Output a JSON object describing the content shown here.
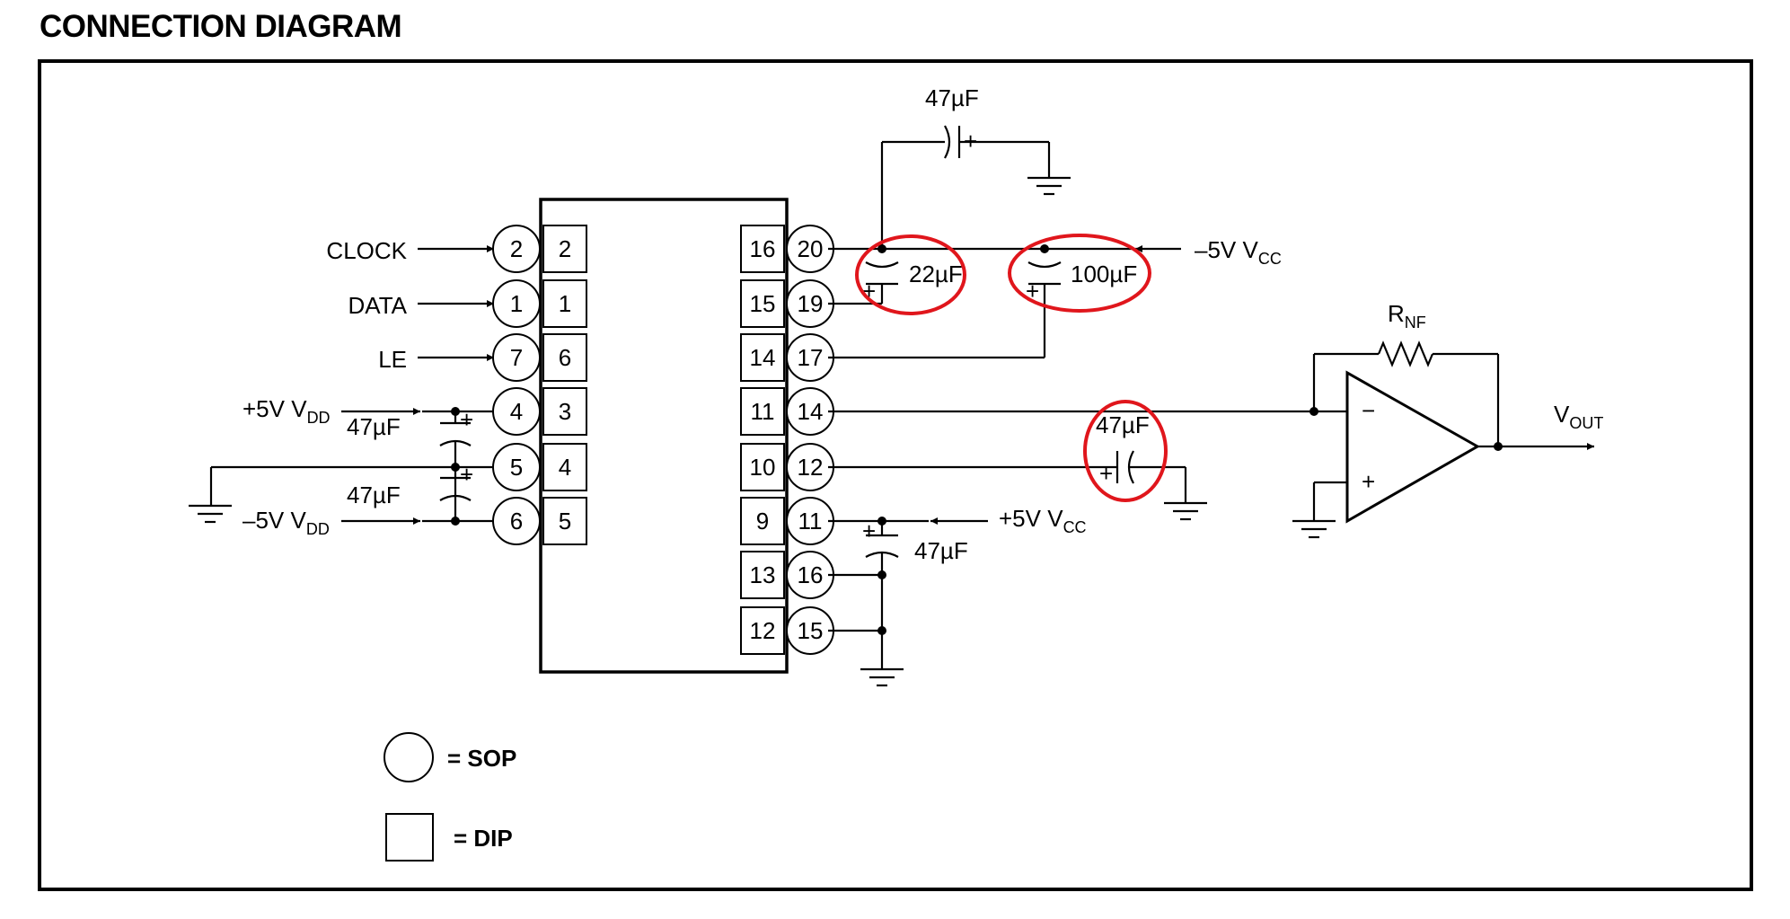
{
  "title": "CONNECTION DIAGRAM",
  "inputs": {
    "clock": "CLOCK",
    "data": "DATA",
    "le": "LE",
    "vdd_pos": "+5V V",
    "vdd_neg": "–5V V",
    "vdd_sub": "DD"
  },
  "supplies": {
    "vcc_neg": "–5V V",
    "vcc_pos": "+5V V",
    "vcc_sub": "CC"
  },
  "caps": {
    "top": "47µF",
    "c22": "22µF",
    "c100": "100µF",
    "c47_out": "47µF",
    "c47_vcc": "47µF",
    "c47_vdd1": "47µF",
    "c47_vdd2": "47µF",
    "plus": "+"
  },
  "opamp": {
    "minus": "−",
    "plus": "+",
    "rnf": "R",
    "rnf_sub": "NF",
    "vout": "V",
    "vout_sub": "OUT"
  },
  "pins_left": [
    {
      "sop": "2",
      "dip": "2"
    },
    {
      "sop": "1",
      "dip": "1"
    },
    {
      "sop": "7",
      "dip": "6"
    },
    {
      "sop": "4",
      "dip": "3"
    },
    {
      "sop": "5",
      "dip": "4"
    },
    {
      "sop": "6",
      "dip": "5"
    }
  ],
  "pins_right": [
    {
      "dip": "16",
      "sop": "20"
    },
    {
      "dip": "15",
      "sop": "19"
    },
    {
      "dip": "14",
      "sop": "17"
    },
    {
      "dip": "11",
      "sop": "14"
    },
    {
      "dip": "10",
      "sop": "12"
    },
    {
      "dip": "9",
      "sop": "11"
    },
    {
      "dip": "13",
      "sop": "16"
    },
    {
      "dip": "12",
      "sop": "15"
    }
  ],
  "legend": {
    "sop": "= SOP",
    "dip": "= DIP"
  },
  "colors": {
    "line": "#000000",
    "highlight": "#e0161c"
  }
}
